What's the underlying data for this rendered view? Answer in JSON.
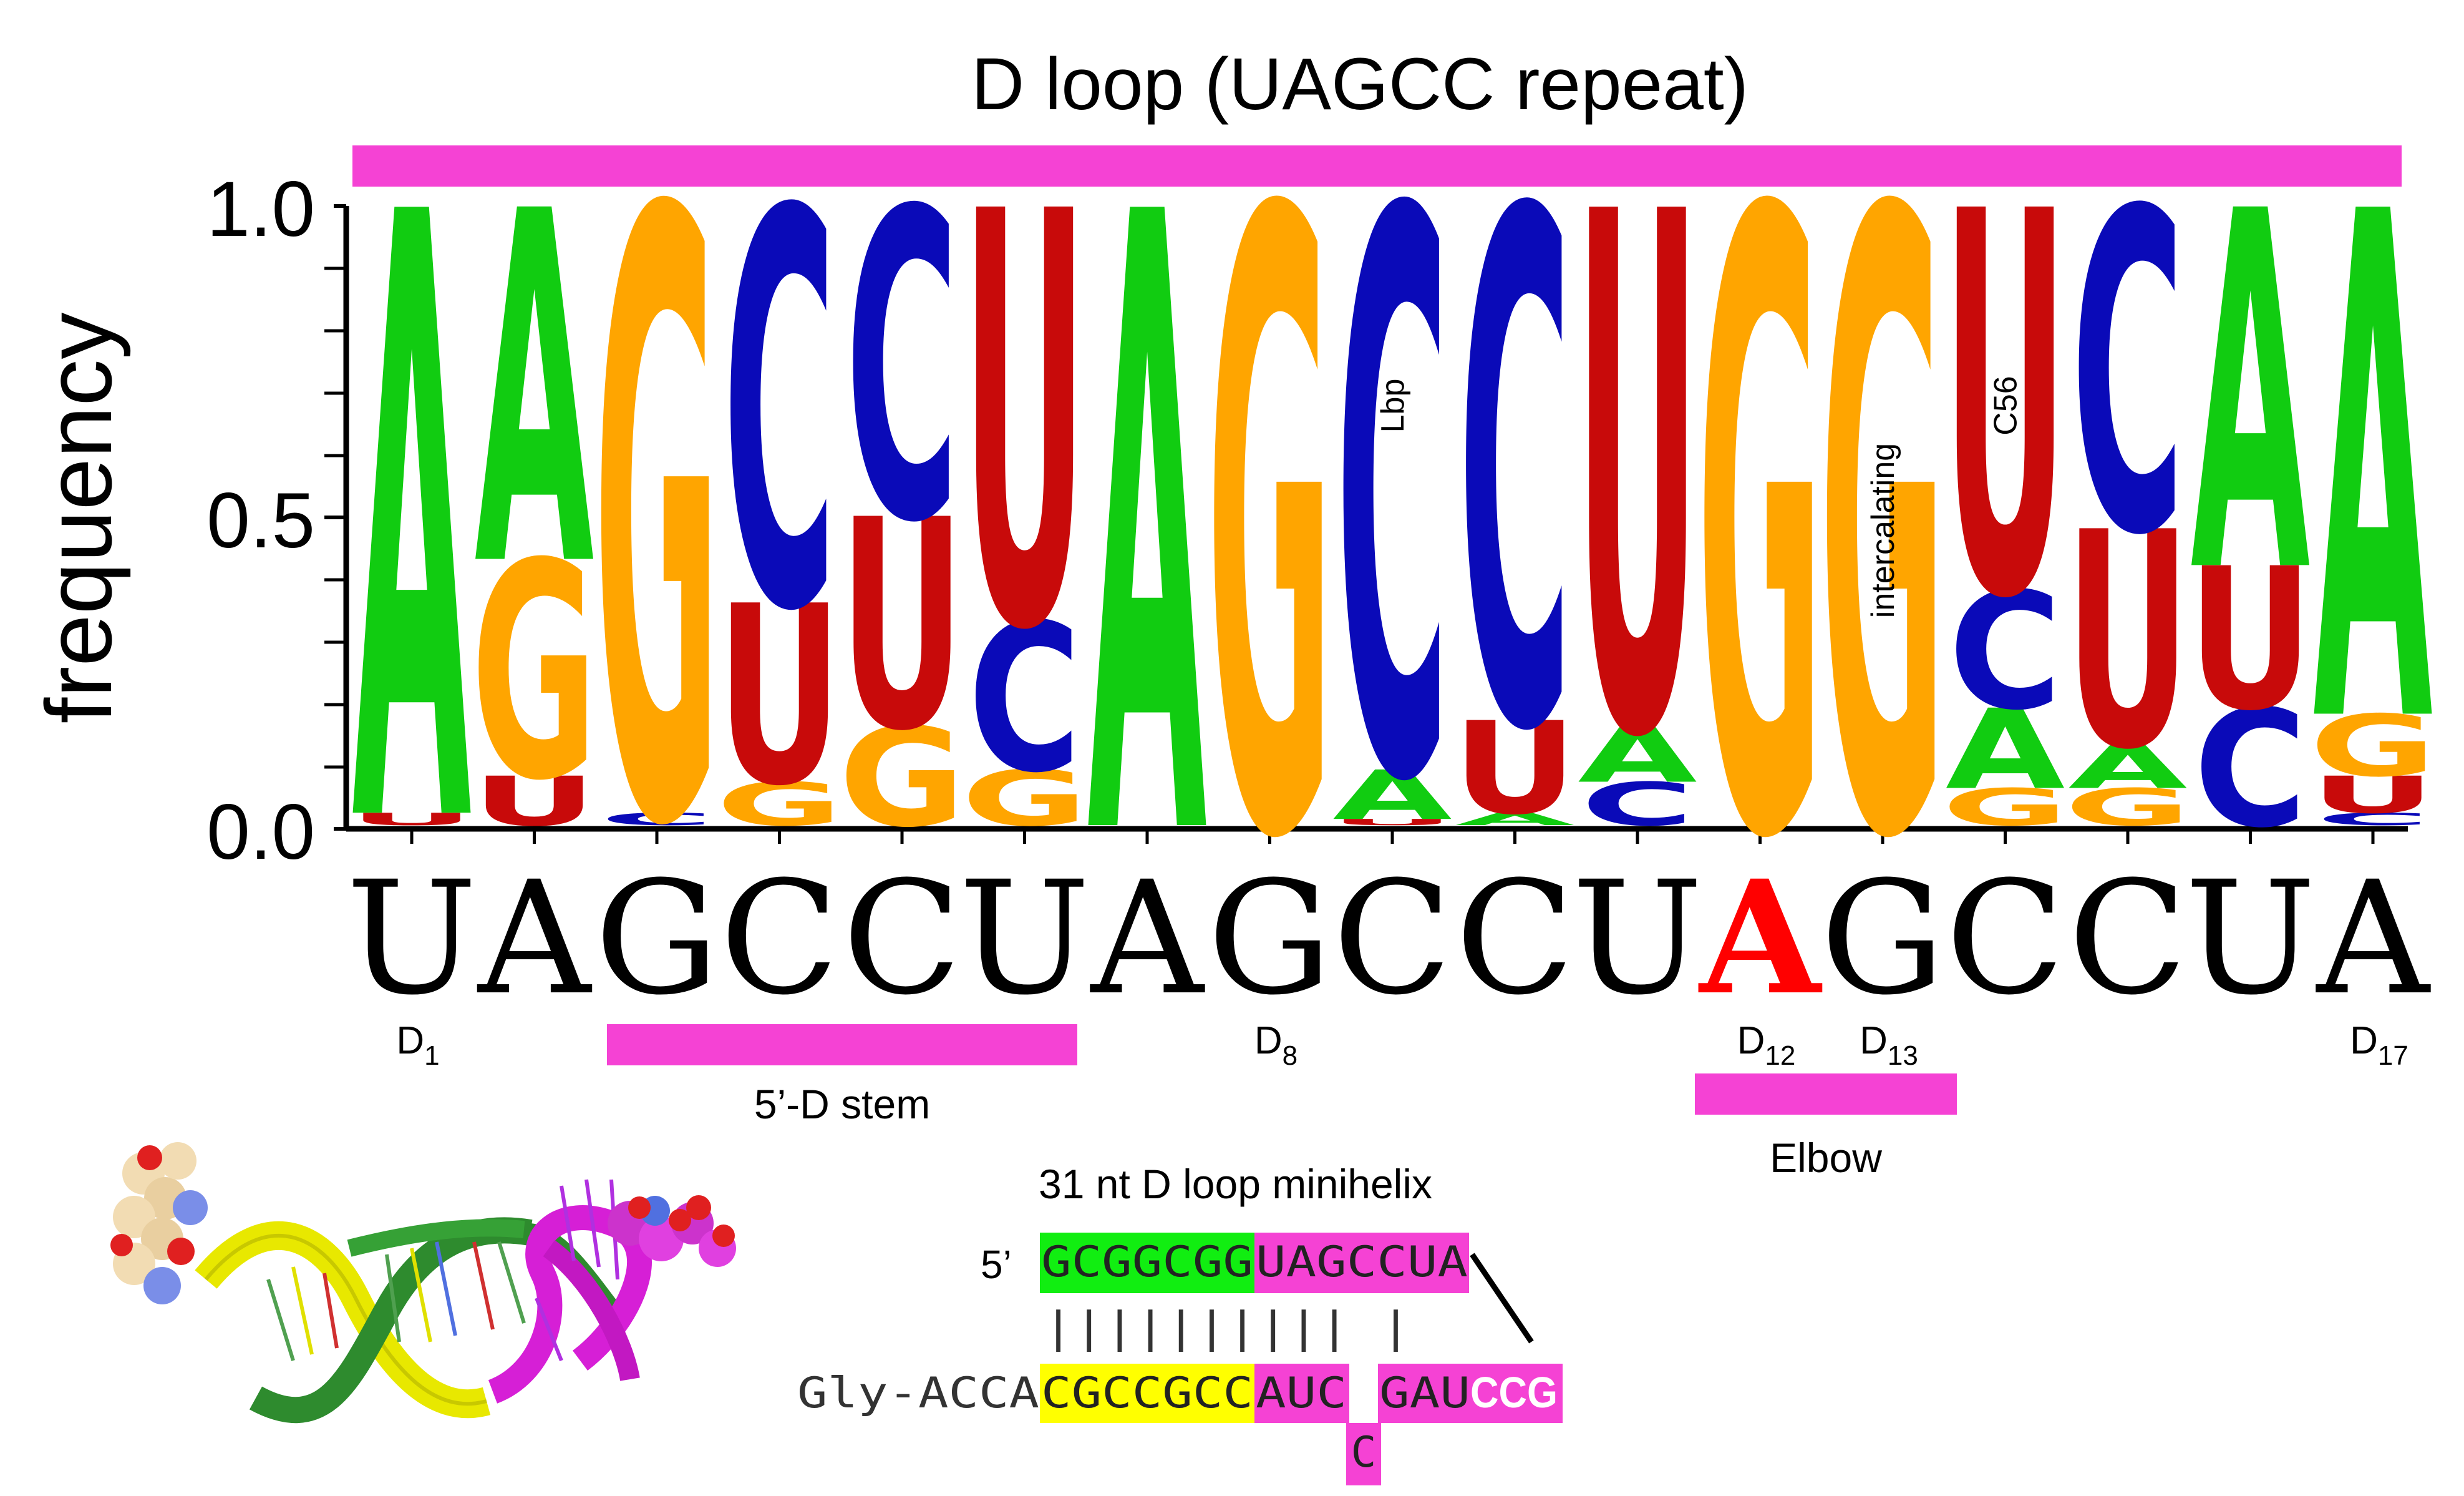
{
  "title": "D loop (UAGCC repeat)",
  "colors": {
    "A": "#11cc11",
    "C": "#0a0ab8",
    "G": "#ffa500",
    "U": "#c80a0a",
    "magenta": "#f542d4",
    "highlight_red": "#ff0000",
    "stem_green": "#11ee11",
    "stem_yellow": "#ffff00"
  },
  "y_axis": {
    "label": "frequency",
    "ticks": [
      "0.0",
      "0.5",
      "1.0"
    ]
  },
  "logo": {
    "columns": [
      [
        {
          "base": "U",
          "f": 0.02
        },
        {
          "base": "A",
          "f": 0.98
        }
      ],
      [
        {
          "base": "U",
          "f": 0.08
        },
        {
          "base": "G",
          "f": 0.35
        },
        {
          "base": "A",
          "f": 0.57
        }
      ],
      [
        {
          "base": "C",
          "f": 0.02
        },
        {
          "base": "G",
          "f": 0.98
        }
      ],
      [
        {
          "base": "G",
          "f": 0.07
        },
        {
          "base": "U",
          "f": 0.29
        },
        {
          "base": "C",
          "f": 0.64
        }
      ],
      [
        {
          "base": "G",
          "f": 0.16
        },
        {
          "base": "U",
          "f": 0.34
        },
        {
          "base": "C",
          "f": 0.5
        }
      ],
      [
        {
          "base": "G",
          "f": 0.09
        },
        {
          "base": "C",
          "f": 0.24
        },
        {
          "base": "U",
          "f": 0.67
        }
      ],
      [
        {
          "base": "A",
          "f": 1.0
        }
      ],
      [
        {
          "base": "G",
          "f": 1.0
        }
      ],
      [
        {
          "base": "U",
          "f": 0.01
        },
        {
          "base": "A",
          "f": 0.08
        },
        {
          "base": "C",
          "f": 0.91
        }
      ],
      [
        {
          "base": "A",
          "f": 0.02
        },
        {
          "base": "U",
          "f": 0.15
        },
        {
          "base": "C",
          "f": 0.83
        }
      ],
      [
        {
          "base": "C",
          "f": 0.07
        },
        {
          "base": "A",
          "f": 0.09
        },
        {
          "base": "U",
          "f": 0.84
        }
      ],
      [
        {
          "base": "G",
          "f": 1.0
        }
      ],
      [
        {
          "base": "G",
          "f": 1.0
        }
      ],
      [
        {
          "base": "G",
          "f": 0.06
        },
        {
          "base": "A",
          "f": 0.13
        },
        {
          "base": "C",
          "f": 0.19
        },
        {
          "base": "U",
          "f": 0.62
        }
      ],
      [
        {
          "base": "G",
          "f": 0.06
        },
        {
          "base": "A",
          "f": 0.07
        },
        {
          "base": "U",
          "f": 0.35
        },
        {
          "base": "C",
          "f": 0.52
        }
      ],
      [
        {
          "base": "C",
          "f": 0.19
        },
        {
          "base": "U",
          "f": 0.23
        },
        {
          "base": "A",
          "f": 0.58
        }
      ],
      [
        {
          "base": "C",
          "f": 0.02
        },
        {
          "base": "U",
          "f": 0.06
        },
        {
          "base": "G",
          "f": 0.1
        },
        {
          "base": "A",
          "f": 0.82
        }
      ]
    ],
    "annotations": [
      {
        "col": 8,
        "text": "Lbp"
      },
      {
        "col": 12,
        "text": "intercalating"
      },
      {
        "col": 13,
        "text": "C56"
      }
    ]
  },
  "sequence": {
    "letters": [
      "U",
      "A",
      "G",
      "C",
      "C",
      "U",
      "A",
      "G",
      "C",
      "C",
      "U",
      "A",
      "G",
      "C",
      "C",
      "U",
      "A"
    ],
    "highlight_index": 11
  },
  "positions": [
    {
      "col": 1,
      "main": "D",
      "sub": "1"
    },
    {
      "col": 8,
      "main": "D",
      "sub": "8"
    },
    {
      "col": 12,
      "main": "D",
      "sub": "12"
    },
    {
      "col": 13,
      "main": "D",
      "sub": "13"
    },
    {
      "col": 17,
      "main": "D",
      "sub": "17"
    }
  ],
  "regions": {
    "stem_label": "5’-D stem",
    "elbow_label": "Elbow"
  },
  "minihelix": {
    "title": "31 nt D loop minihelix",
    "prime_label": "5’",
    "top_green": "GCGGCGG",
    "top_magenta": "UAGCCUA",
    "pairs": "|||||||||| |",
    "bottom_prefix": "Gly-ACCA",
    "bottom_yellow": "CGCCGCC",
    "bottom_magenta1": "AUC",
    "bottom_magenta2": "GAU",
    "bottom_white": "CCG",
    "bulge": "C"
  },
  "structure_icon": "rna-duplex-ribbon-icon"
}
